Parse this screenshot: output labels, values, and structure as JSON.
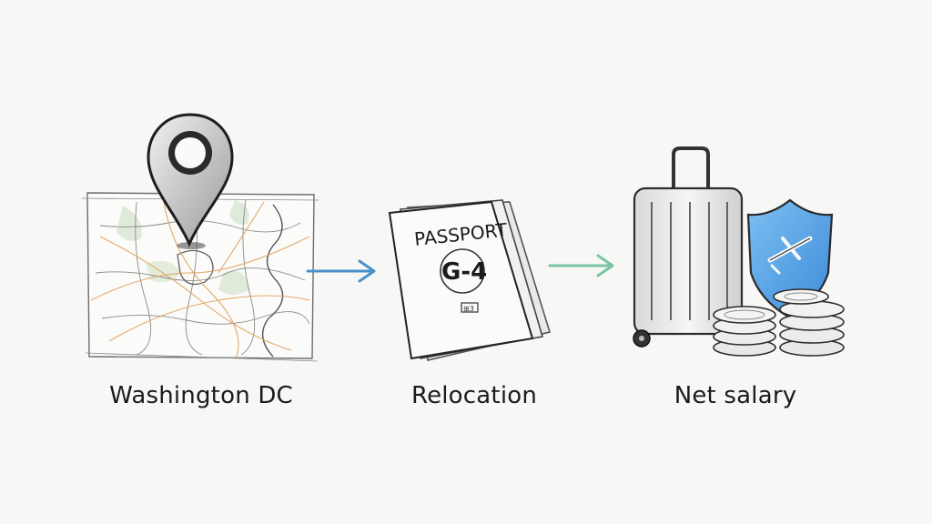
{
  "steps": [
    {
      "label": "Washington DC",
      "icon": "map-pin-icon"
    },
    {
      "label": "Relocation",
      "icon": "passport-icon"
    },
    {
      "label": "Net salary",
      "icon": "suitcase-shield-coins-icon"
    }
  ],
  "passport": {
    "title": "PASSPORT",
    "visa": "G-4",
    "mark": "⊞3"
  },
  "colors": {
    "arrow_1": "#4a90c8",
    "arrow_2": "#7cc4a4",
    "shield": "#4f9fe0",
    "map_roads": "#e0a15a"
  }
}
